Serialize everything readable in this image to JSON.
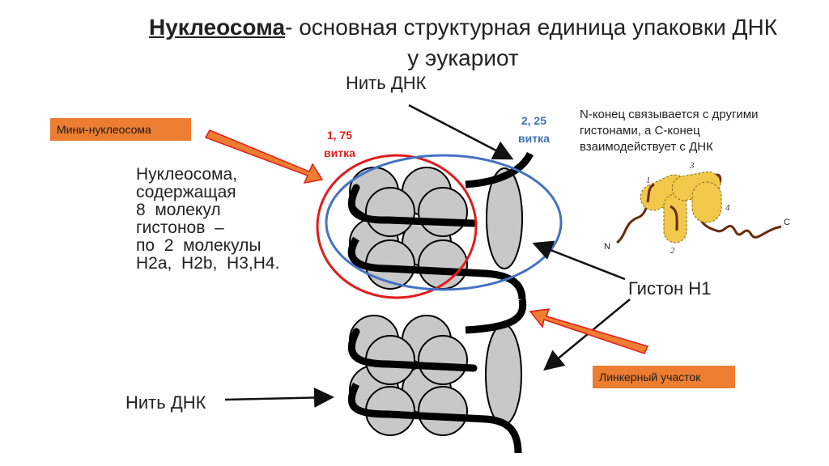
{
  "title": {
    "bold_term": "Нуклеосома",
    "rest_line1": "- основная структурная единица упаковки ДНК",
    "line2": "у эукариот"
  },
  "labels": {
    "dna_strand_top": "Нить ДНК",
    "dna_strand_bottom": "Нить ДНК",
    "histone_h1": "Гистон  Н1",
    "nucleosome_description": "Нуклеосома,\nсодержащая\n8  молекул\nгистонов  –\nпо  2  молекулы\nН2а,  Н2b,  Н3,Н4.",
    "mini_nucleosome": "Мини-нуклеосома",
    "linker_region": "Линкерный участок",
    "turns_red_value": "1, 75",
    "turns_red_unit": "витка",
    "turns_blue_value": "2, 25",
    "turns_blue_unit": "витка",
    "terminus_note": "N-конец связывается с другими гистонами, а С-конец взаимодействует с ДНК"
  },
  "histone_diagram": {
    "helix_numbers": [
      "1",
      "2",
      "3",
      "4"
    ],
    "n_terminus": "N",
    "c_terminus": "C"
  },
  "colors": {
    "orange_box": "#ed7d31",
    "red_ellipse": "#e11c1c",
    "blue_ellipse": "#4472c4",
    "histone_gray": "#c8c8c8",
    "histone_yellow": "#f2c84b",
    "tail_brown": "#6b2a0c"
  }
}
